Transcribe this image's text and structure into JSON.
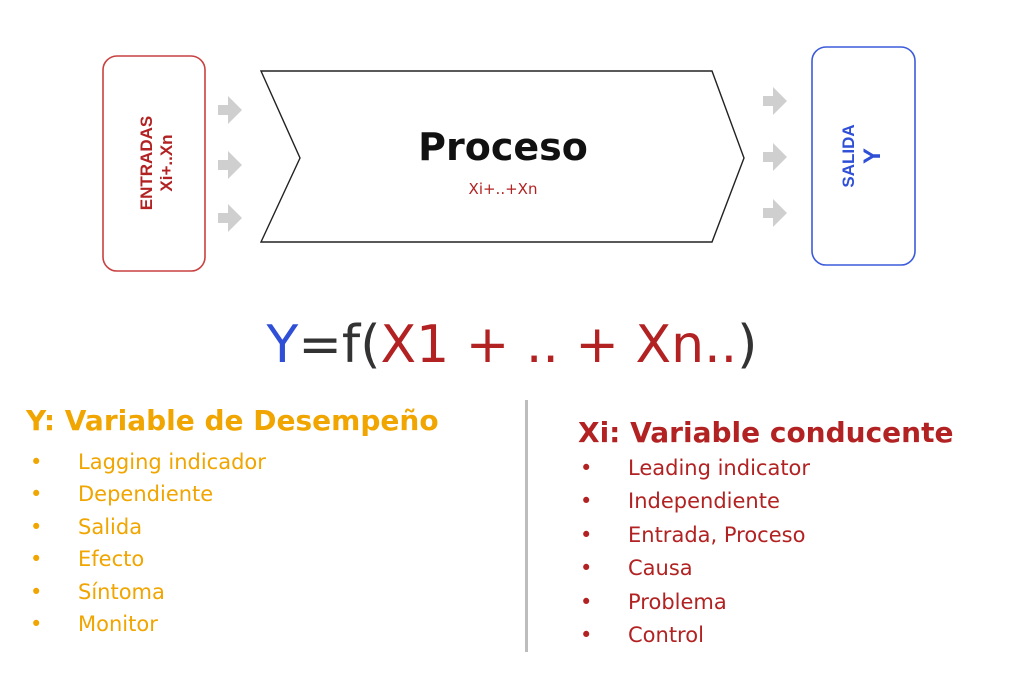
{
  "colors": {
    "input": "#b22222",
    "output": "#2f4fd6",
    "process_text": "#111111",
    "performance": "#f0a500",
    "driver": "#b22222",
    "arrow": "#cfcfcf",
    "divider": "#bdbdbd"
  },
  "entradas": {
    "title": "ENTRADAS",
    "subtitle": "Xi+..Xn"
  },
  "proceso": {
    "title": "Proceso",
    "subtitle": "Xi+..+Xn"
  },
  "salida": {
    "title": "SALIDA",
    "subtitle": "Y"
  },
  "formula": {
    "y": "Y",
    "eq": "=f(",
    "x": "X1 + .. + Xn..",
    "close": ")"
  },
  "performance": {
    "title": "Y: Variable de Desempeño",
    "bullet": "•",
    "items": [
      "Lagging indicador",
      "Dependiente",
      "Salida",
      "Efecto",
      "Síntoma",
      "Monitor"
    ]
  },
  "driver": {
    "title": "Xi: Variable conducente",
    "bullet": "•",
    "items": [
      "Leading indicator",
      "Independiente",
      "Entrada, Proceso",
      "Causa",
      "Problema",
      "Control"
    ]
  }
}
